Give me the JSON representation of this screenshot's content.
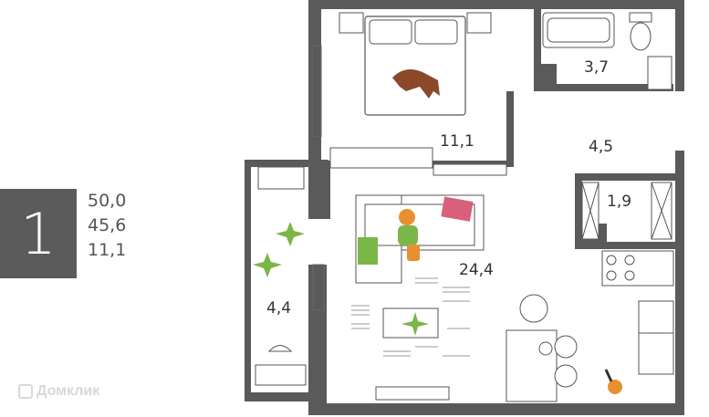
{
  "summary": {
    "rooms": "1",
    "total_area": "50,0",
    "living_area": "45,6",
    "kitchen_area": "11,1"
  },
  "plan": {
    "bedroom_area": "11,1",
    "bathroom_area": "3,7",
    "hall_area": "4,5",
    "closet_area": "1,9",
    "living_area": "24,4",
    "balcony_area": "4,4"
  },
  "watermark": "Домклик",
  "colors": {
    "wall": "#5a5a5a",
    "badge": "#5b5b5b",
    "accent_green": "#7ab648",
    "accent_pink": "#d8607a",
    "accent_brown": "#8a4a2a",
    "accent_orange": "#e89030"
  }
}
